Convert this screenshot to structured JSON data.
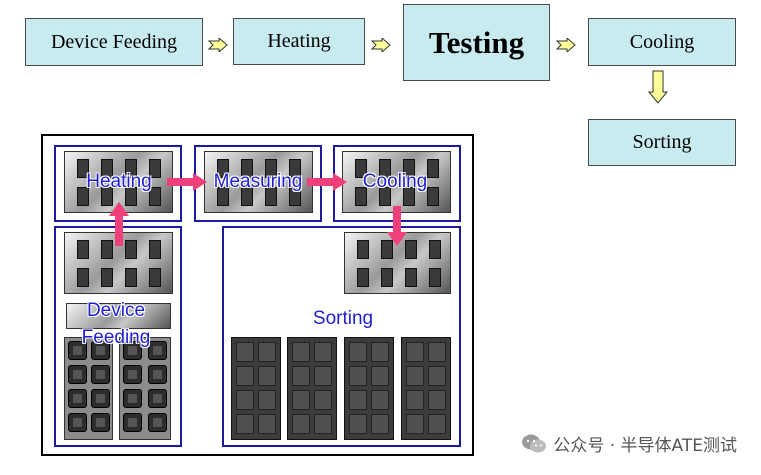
{
  "flow": {
    "steps": [
      "Device Feeding",
      "Heating",
      "Testing",
      "Cooling",
      "Sorting"
    ]
  },
  "machine": {
    "labels": {
      "heating": "Heating",
      "measuring": "Measuring",
      "cooling": "Cooling",
      "device_feeding_line1": "Device",
      "device_feeding_line2": "Feeding",
      "sorting": "Sorting"
    }
  },
  "watermark": {
    "text": "公众号 · 半导体ATE测试"
  },
  "colors": {
    "step_fill": "#c7ebef",
    "zone_border": "#1a1aa0",
    "label_blue": "#1f1fd0",
    "pink_arrow": "#f0407a",
    "flow_arrow_fill": "#ffff99"
  }
}
